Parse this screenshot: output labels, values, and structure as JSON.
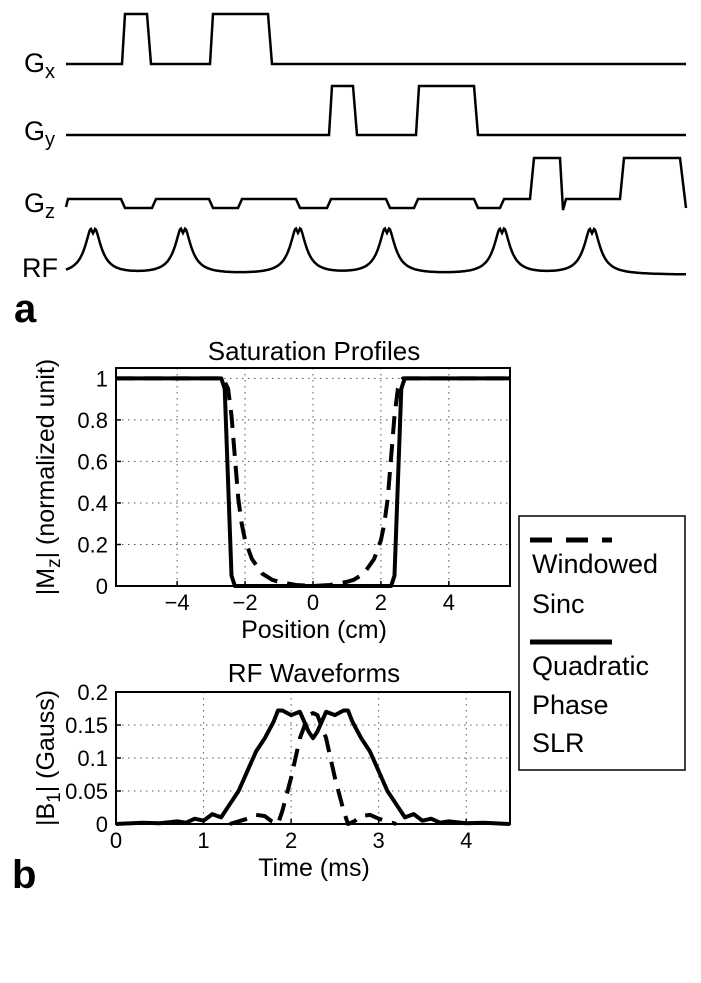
{
  "panel_labels": {
    "a": "a",
    "b": "b"
  },
  "chart_data": [
    {
      "type": "line",
      "panel": "a",
      "channels": [
        {
          "label": "G",
          "sub": "x"
        },
        {
          "label": "G",
          "sub": "y"
        },
        {
          "label": "G",
          "sub": "z"
        },
        {
          "label": "RF",
          "sub": ""
        }
      ],
      "grid": false
    },
    {
      "type": "line",
      "panel": "b",
      "title": "Saturation Profiles",
      "xlabel": "Position (cm)",
      "ylabel": {
        "pre": "|M",
        "sub": "z",
        "post": "| (normalized unit)"
      },
      "xlim": [
        -5.8,
        5.8
      ],
      "ylim": [
        0,
        1.05
      ],
      "xticks": [
        "−4",
        "−2",
        "0",
        "2",
        "4"
      ],
      "yticks": [
        "0",
        "0.2",
        "0.4",
        "0.6",
        "0.8",
        "1"
      ],
      "grid": true,
      "series": [
        {
          "name": "Windowed Sinc",
          "style": "dashed",
          "x": [
            -5.8,
            -2.65,
            -2.5,
            -2.4,
            -2.3,
            -2.2,
            -2.1,
            -2.0,
            -1.8,
            -1.5,
            -1.2,
            -1.0,
            -0.5,
            0,
            0.5,
            1.0,
            1.2,
            1.5,
            1.8,
            2.0,
            2.1,
            2.2,
            2.3,
            2.4,
            2.5,
            2.65,
            5.8
          ],
          "y": [
            1,
            1,
            0.95,
            0.82,
            0.62,
            0.42,
            0.3,
            0.22,
            0.13,
            0.06,
            0.03,
            0.02,
            0.005,
            0,
            0.005,
            0.02,
            0.03,
            0.06,
            0.13,
            0.22,
            0.3,
            0.42,
            0.62,
            0.82,
            0.95,
            1,
            1
          ]
        },
        {
          "name": "Quadratic Phase SLR",
          "style": "solid",
          "x": [
            -5.8,
            -2.7,
            -2.6,
            -2.5,
            -2.4,
            -2.3,
            2.3,
            2.4,
            2.5,
            2.6,
            2.7,
            5.8
          ],
          "y": [
            1,
            1,
            0.95,
            0.5,
            0.05,
            0,
            0,
            0.05,
            0.5,
            0.95,
            1,
            1
          ]
        }
      ]
    },
    {
      "type": "line",
      "panel": "b",
      "title": "RF Waveforms",
      "xlabel": "Time (ms)",
      "ylabel": {
        "pre": "|B",
        "sub": "1",
        "post": "| (Gauss)"
      },
      "xlim": [
        0,
        4.5
      ],
      "ylim": [
        0,
        0.2
      ],
      "xticks": [
        "0",
        "1",
        "2",
        "3",
        "4"
      ],
      "yticks": [
        "0",
        "0.05",
        "0.1",
        "0.15",
        "0.2"
      ],
      "grid": true,
      "series": [
        {
          "name": "Windowed Sinc",
          "style": "dashed",
          "x": [
            1.3,
            1.5,
            1.6,
            1.7,
            1.78,
            1.85,
            1.9,
            2.0,
            2.1,
            2.2,
            2.25,
            2.3,
            2.4,
            2.5,
            2.6,
            2.65,
            2.72,
            2.8,
            2.9,
            3.0,
            3.2
          ],
          "y": [
            0,
            0.008,
            0.014,
            0.012,
            0.004,
            0,
            0.02,
            0.07,
            0.13,
            0.165,
            0.168,
            0.165,
            0.13,
            0.07,
            0.02,
            0,
            0.004,
            0.012,
            0.014,
            0.008,
            0
          ]
        },
        {
          "name": "Quadratic Phase SLR",
          "style": "solid",
          "x": [
            0,
            0.3,
            0.5,
            0.7,
            0.8,
            0.9,
            1.0,
            1.1,
            1.2,
            1.3,
            1.4,
            1.5,
            1.6,
            1.7,
            1.8,
            1.85,
            1.9,
            2.0,
            2.1,
            2.2,
            2.25,
            2.3,
            2.4,
            2.5,
            2.6,
            2.65,
            2.7,
            2.8,
            2.9,
            3.0,
            3.1,
            3.2,
            3.3,
            3.4,
            3.5,
            3.6,
            3.7,
            3.8,
            4.0,
            4.2,
            4.5
          ],
          "y": [
            0,
            0.002,
            0.001,
            0.004,
            0.002,
            0.008,
            0.005,
            0.015,
            0.01,
            0.03,
            0.05,
            0.08,
            0.11,
            0.13,
            0.155,
            0.172,
            0.172,
            0.165,
            0.17,
            0.14,
            0.13,
            0.14,
            0.17,
            0.165,
            0.172,
            0.172,
            0.155,
            0.13,
            0.11,
            0.08,
            0.05,
            0.03,
            0.01,
            0.015,
            0.005,
            0.008,
            0.002,
            0.004,
            0.001,
            0.002,
            0
          ]
        }
      ]
    }
  ],
  "legend": [
    {
      "style": "dashed",
      "lines": [
        "Windowed",
        "Sinc"
      ]
    },
    {
      "style": "solid",
      "lines": [
        "Quadratic",
        "Phase",
        "SLR"
      ]
    }
  ]
}
